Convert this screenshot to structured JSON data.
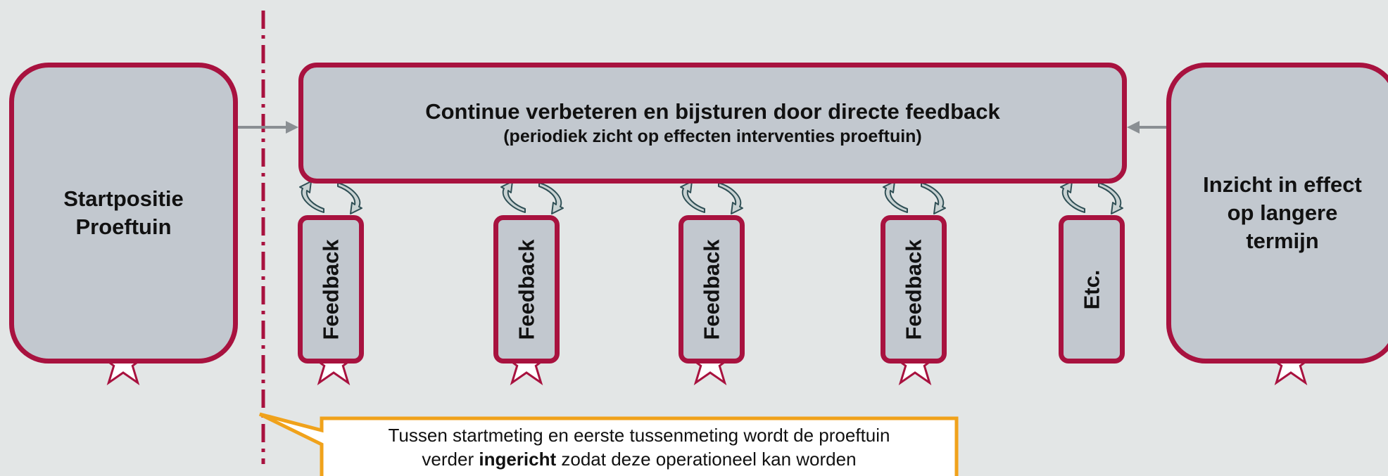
{
  "colors": {
    "background": "#e3e6e6",
    "box_fill": "#c2c8cf",
    "box_border": "#a8123f",
    "arrow": "#8a8f93",
    "divider": "#a8123f",
    "callout_border": "#f0a21b",
    "cycle_icon": "#2f4f55"
  },
  "start_box": {
    "label": "Startpositie\nProeftuin"
  },
  "end_box": {
    "label": "Inzicht in effect\nop langere\ntermijn"
  },
  "main_box": {
    "title": "Continue verbeteren en bijsturen door directe feedback",
    "subtitle": "(periodiek zicht op effecten interventies proeftuin)"
  },
  "feedback_boxes": [
    {
      "label": "Feedback",
      "star": true
    },
    {
      "label": "Feedback",
      "star": true
    },
    {
      "label": "Feedback",
      "star": true
    },
    {
      "label": "Feedback",
      "star": true
    },
    {
      "label": "Etc.",
      "star": false
    }
  ],
  "callout": {
    "line1": "Tussen startmeting en eerste tussenmeting wordt de proeftuin",
    "line2_before": "verder ",
    "line2_bold": "ingericht",
    "line2_after": " zodat deze operationeel kan worden"
  },
  "icons": {
    "star": "star-icon",
    "cycle": "cycle-arrows-icon",
    "arrow": "arrow-icon"
  }
}
